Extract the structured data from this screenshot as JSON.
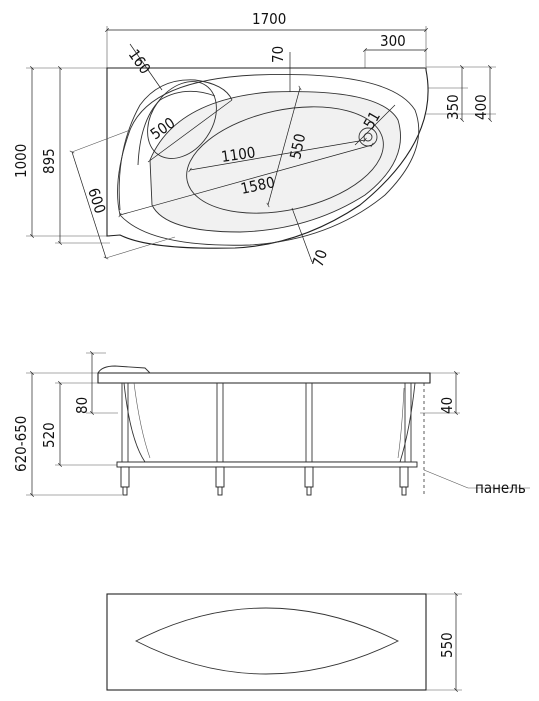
{
  "top_view": {
    "length": "1700",
    "width": "1000",
    "inner_width": "895",
    "corner_radius": "160",
    "rim_offset": "70",
    "drain_offset": "300",
    "seat_radius": "500",
    "inner_bowl_width": "550",
    "drain_diameter": "51",
    "drain_y1": "350",
    "drain_y2": "400",
    "bottom_length": "1100",
    "bowl_length": "1580",
    "front_depth": "600",
    "rim_bottom": "70"
  },
  "side_view": {
    "total_height": "620-650",
    "depth": "520",
    "rim_height": "80",
    "panel_rim": "40",
    "panel_label": "панель"
  },
  "front_view": {
    "panel_height": "550"
  }
}
